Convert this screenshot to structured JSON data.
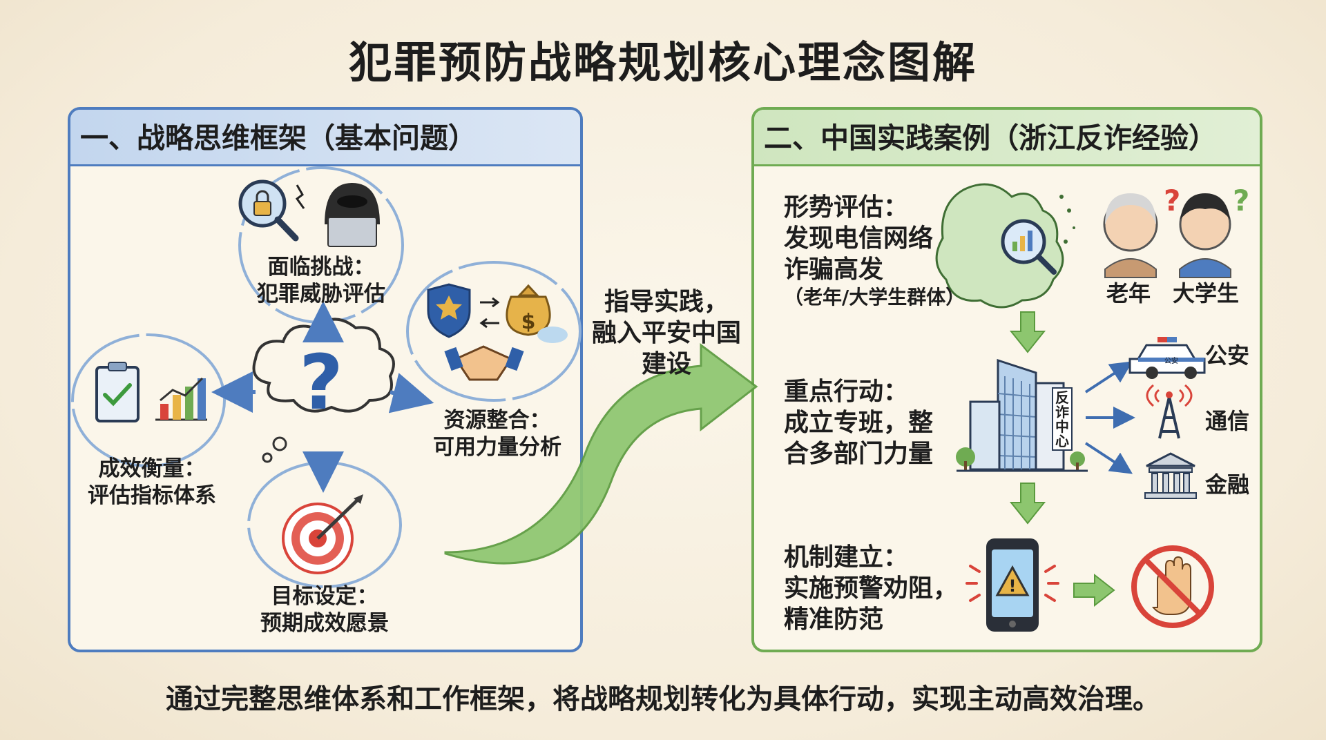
{
  "title": "犯罪预防战略规划核心理念图解",
  "left_panel": {
    "header": "一、战略思维框架（基本问题）",
    "nodes": {
      "challenge": {
        "line1": "面临挑战：",
        "line2": "犯罪威胁评估"
      },
      "resources": {
        "line1": "资源整合：",
        "line2": "可用力量分析"
      },
      "measure": {
        "line1": "成效衡量：",
        "line2": "评估指标体系"
      },
      "goal": {
        "line1": "目标设定：",
        "line2": "预期成效愿景"
      }
    },
    "icons": [
      "lock-magnifier-icon",
      "hacker-icon",
      "police-badge-icon",
      "money-bag-icon",
      "handshake-icon",
      "clipboard-check-icon",
      "bar-chart-icon",
      "target-icon",
      "question-cloud-icon"
    ]
  },
  "bridge": {
    "line1": "指导实践，",
    "line2": "融入平安中国",
    "line3": "建设"
  },
  "right_panel": {
    "header": "二、中国实践案例（浙江反诈经验）",
    "assessment": {
      "line1": "形势评估：",
      "line2": "发现电信网络",
      "line3": "诈骗高发",
      "line4": "（老年/大学生群体）"
    },
    "groups": [
      "老年",
      "大学生"
    ],
    "action": {
      "line1": "重点行动：",
      "line2": "成立专班，整",
      "line3": "合多部门力量"
    },
    "center_sign": "反诈中心",
    "departments": [
      "公安",
      "通信",
      "金融"
    ],
    "police_car_text": "公安",
    "mechanism": {
      "line1": "机制建立：",
      "line2": "实施预警劝阻，",
      "line3": "精准防范"
    }
  },
  "caption": "通过完整思维体系和工作框架，将战略规划转化为具体行动，实现主动高效治理。",
  "colors": {
    "blue": "#4e7cbf",
    "green": "#6fab52",
    "red": "#d9443a",
    "gold": "#e8b447"
  }
}
